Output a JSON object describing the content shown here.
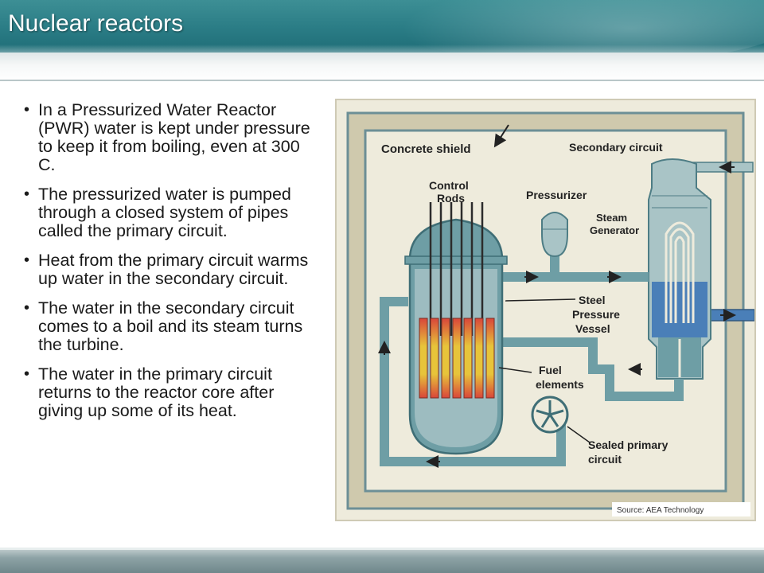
{
  "slide": {
    "title": "Nuclear reactors",
    "bullets": [
      "In a Pressurized Water Reactor (PWR) water is kept under pressure to keep it from boiling, even at 300 C.",
      "The pressurized water is pumped through a closed system of pipes called the primary circuit.",
      "Heat from the primary circuit warms up water in the secondary circuit.",
      "The water in the secondary circuit comes to a boil and its steam turns the turbine.",
      "The water in the primary circuit returns to the reactor core after giving up some of its heat."
    ]
  },
  "diagram": {
    "labels": {
      "concrete_shield": "Concrete shield",
      "secondary_circuit": "Secondary circuit",
      "control_rods_1": "Control",
      "control_rods_2": "Rods",
      "pressurizer": "Pressurizer",
      "steam_generator_1": "Steam",
      "steam_generator_2": "Generator",
      "pressure_vessel_1": "Steel",
      "pressure_vessel_2": "Pressure",
      "pressure_vessel_3": "Vessel",
      "fuel_elements_1": "Fuel",
      "fuel_elements_2": "elements",
      "sealed_primary_1": "Sealed primary",
      "sealed_primary_2": "circuit",
      "source": "Source: AEA Technology"
    },
    "colors": {
      "background": "#eeebdc",
      "shield_fill": "#cfc9ad",
      "shield_line": "#6c8f96",
      "vessel": "#6e9ea5",
      "vessel_light": "#a9c4c6",
      "pipe": "#6e9ea5",
      "water_blue": "#4a7fb8",
      "fuel_red": "#d9463a",
      "fuel_yellow": "#e7c43a"
    }
  }
}
